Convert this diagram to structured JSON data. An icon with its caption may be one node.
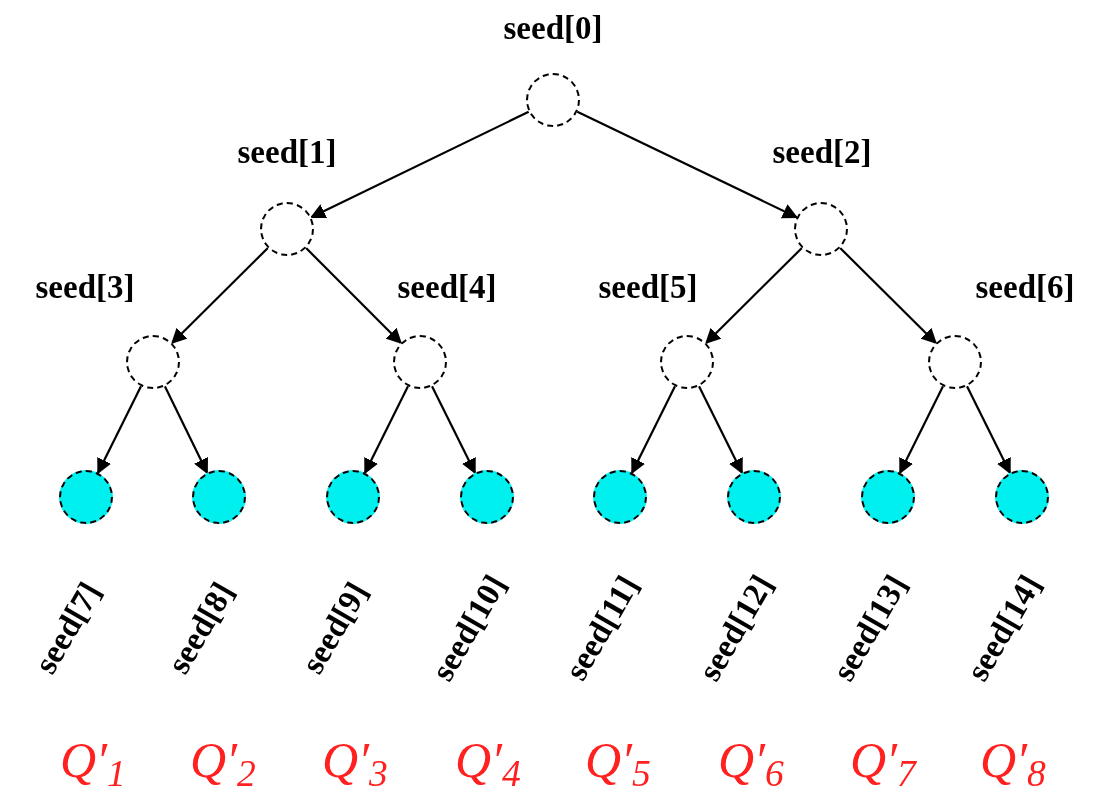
{
  "diagram": {
    "nodes": [
      {
        "text": [],
        "shape": "circle",
        "beside": [
          "seed[0]"
        ]
      },
      {
        "text": [],
        "shape": "circle",
        "beside": [
          "seed[1]"
        ]
      },
      {
        "text": [],
        "shape": "circle",
        "beside": [
          "seed[2]"
        ]
      },
      {
        "text": [],
        "shape": "circle",
        "beside": [
          "seed[3]"
        ]
      },
      {
        "text": [],
        "shape": "circle",
        "beside": [
          "seed[4]"
        ]
      },
      {
        "text": [],
        "shape": "circle",
        "beside": [
          "seed[5]"
        ]
      },
      {
        "text": [],
        "shape": "circle",
        "beside": [
          "seed[6]"
        ]
      },
      {
        "text": [],
        "shape": "circle",
        "beside": [
          "seed[7]"
        ]
      },
      {
        "text": [],
        "shape": "circle",
        "beside": [
          "seed[8]"
        ]
      },
      {
        "text": [],
        "shape": "circle",
        "beside": [
          "seed[9]"
        ]
      },
      {
        "text": [],
        "shape": "circle",
        "beside": [
          "seed[10]"
        ]
      },
      {
        "text": [],
        "shape": "circle",
        "beside": [
          "seed[11]"
        ]
      },
      {
        "text": [],
        "shape": "circle",
        "beside": [
          "seed[12]"
        ]
      },
      {
        "text": [],
        "shape": "circle",
        "beside": [
          "seed[13]"
        ]
      },
      {
        "text": [],
        "shape": "circle",
        "beside": [
          "seed[14]"
        ]
      }
    ],
    "edges": [
      {
        "from": 0,
        "to": 1,
        "arrow": "to"
      },
      {
        "from": 0,
        "to": 2,
        "arrow": "to"
      },
      {
        "from": 1,
        "to": 3,
        "arrow": "to"
      },
      {
        "from": 1,
        "to": 4,
        "arrow": "to"
      },
      {
        "from": 2,
        "to": 5,
        "arrow": "to"
      },
      {
        "from": 2,
        "to": 6,
        "arrow": "to"
      },
      {
        "from": 3,
        "to": 7,
        "arrow": "to"
      },
      {
        "from": 3,
        "to": 8,
        "arrow": "to"
      },
      {
        "from": 4,
        "to": 9,
        "arrow": "to"
      },
      {
        "from": 4,
        "to": 10,
        "arrow": "to"
      },
      {
        "from": 5,
        "to": 11,
        "arrow": "to"
      },
      {
        "from": 5,
        "to": 12,
        "arrow": "to"
      },
      {
        "from": 6,
        "to": 13,
        "arrow": "to"
      },
      {
        "from": 6,
        "to": 14,
        "arrow": "to"
      }
    ],
    "labels": [
      "Q′$_{1}$",
      "Q′$_{2}$",
      "Q′$_{3}$",
      "Q′$_{4}$",
      "Q′$_{5}$",
      "Q′$_{6}$",
      "Q′$_{7}$",
      "Q′$_{8}$"
    ]
  }
}
